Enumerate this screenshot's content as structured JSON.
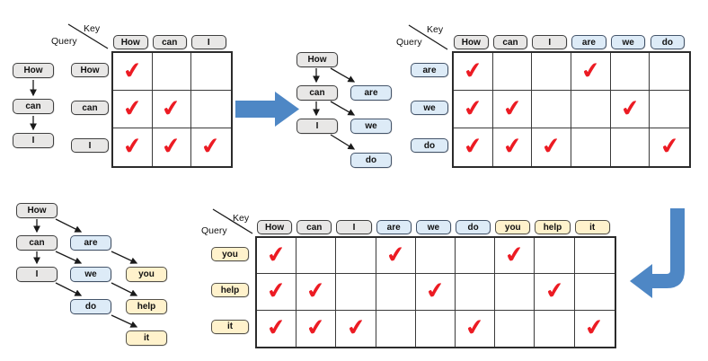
{
  "labels": {
    "key": "Key",
    "query": "Query"
  },
  "check_glyph": "✔",
  "colors": {
    "background": "#FFFFFF",
    "gray_fill": "#E8E7E6",
    "gray_border": "#404040",
    "blue_fill": "#DDEBF7",
    "blue_border": "#44546A",
    "yellow_fill": "#FFF2CC",
    "yellow_border": "#55524A",
    "check": "#EC1B23",
    "grid_line": "#3A3A3A",
    "flow_arrow_blue": "#4E87C5",
    "tree_arrow": "#1A1A1A"
  },
  "step1": {
    "sequence": {
      "tokens": [
        "How",
        "can",
        "I"
      ],
      "colors": [
        "gray",
        "gray",
        "gray"
      ]
    },
    "matrix": {
      "key_tokens": [
        "How",
        "can",
        "I"
      ],
      "key_colors": [
        "gray",
        "gray",
        "gray"
      ],
      "query_tokens": [
        "How",
        "can",
        "I"
      ],
      "query_colors": [
        "gray",
        "gray",
        "gray"
      ],
      "checked_cells": [
        [
          0
        ],
        [
          0,
          1
        ],
        [
          0,
          1,
          2
        ]
      ]
    }
  },
  "step2": {
    "tree": {
      "columns": [
        {
          "tokens": [
            "How",
            "can",
            "I"
          ],
          "color": "gray"
        },
        {
          "tokens": [
            "are",
            "we",
            "do"
          ],
          "color": "blue"
        }
      ]
    },
    "matrix": {
      "key_tokens": [
        "How",
        "can",
        "I",
        "are",
        "we",
        "do"
      ],
      "key_colors": [
        "gray",
        "gray",
        "gray",
        "blue",
        "blue",
        "blue"
      ],
      "query_tokens": [
        "are",
        "we",
        "do"
      ],
      "query_colors": [
        "blue",
        "blue",
        "blue"
      ],
      "checked_cells": [
        [
          0,
          3
        ],
        [
          0,
          1,
          4
        ],
        [
          0,
          1,
          2,
          5
        ]
      ]
    }
  },
  "step3": {
    "tree": {
      "columns": [
        {
          "tokens": [
            "How",
            "can",
            "I"
          ],
          "color": "gray"
        },
        {
          "tokens": [
            "are",
            "we",
            "do"
          ],
          "color": "blue"
        },
        {
          "tokens": [
            "you",
            "help",
            "it"
          ],
          "color": "yellow"
        }
      ]
    },
    "matrix": {
      "key_tokens": [
        "How",
        "can",
        "I",
        "are",
        "we",
        "do",
        "you",
        "help",
        "it"
      ],
      "key_colors": [
        "gray",
        "gray",
        "gray",
        "blue",
        "blue",
        "blue",
        "yellow",
        "yellow",
        "yellow"
      ],
      "query_tokens": [
        "you",
        "help",
        "it"
      ],
      "query_colors": [
        "yellow",
        "yellow",
        "yellow"
      ],
      "checked_cells": [
        [
          0,
          3,
          6
        ],
        [
          0,
          1,
          4,
          7
        ],
        [
          0,
          1,
          2,
          5,
          8
        ]
      ]
    }
  }
}
